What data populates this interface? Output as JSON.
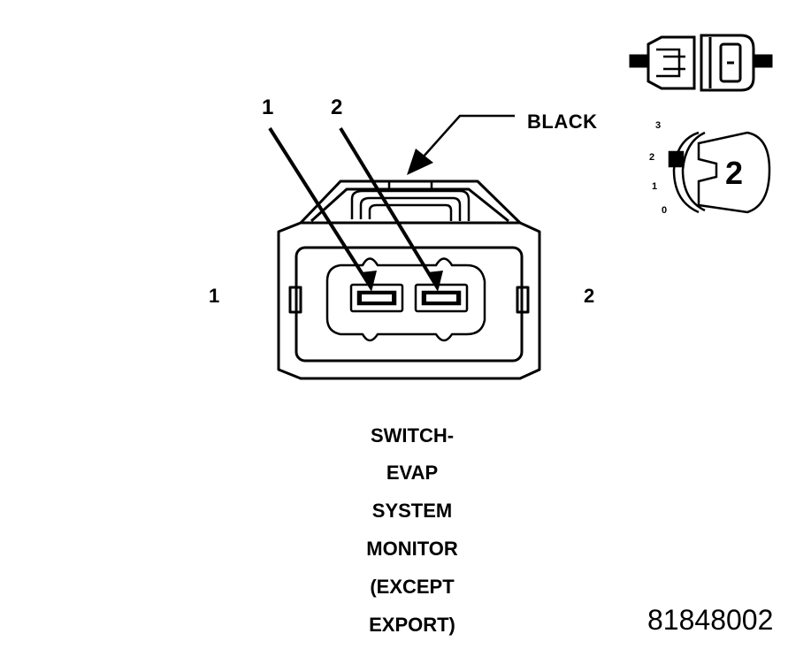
{
  "connector": {
    "color_label": "BLACK",
    "pin_callouts": [
      "1",
      "2"
    ],
    "cavity_labels": [
      "1",
      "2"
    ]
  },
  "index_key": {
    "scale": [
      "3",
      "2",
      "1",
      "0"
    ],
    "key_number": "2"
  },
  "title_lines": [
    "SWITCH-",
    "EVAP",
    "SYSTEM",
    "MONITOR",
    "(EXCEPT",
    "EXPORT)"
  ],
  "part_number": "81848002"
}
